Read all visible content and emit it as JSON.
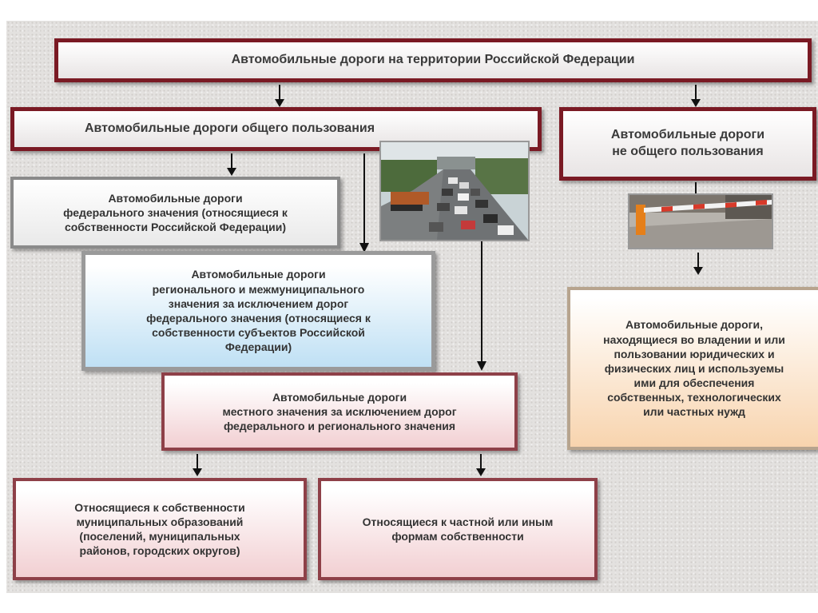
{
  "title": "Автомобильные дороги на территории Российской Федерации",
  "public_roads": {
    "label": "Автомобильные дороги общего пользования",
    "federal": "Автомобильные дороги\nфедерального значения (относящиеся к\nсобственности Российской Федерации)",
    "regional": "Автомобильные дороги\nрегионального и межмуниципального\nзначения за исключением дорог\nфедерального значения  (относящиеся к\nсобственности субъектов Российской\nФедерации)",
    "local": "Автомобильные дороги\nместного значения за исключением дорог\nфедерального и регионального значения",
    "municipal": "Относящиеся к собственности\nмуниципальных образований\n(поселений, муниципальных\nрайонов, городских округов)",
    "private": "Относящиеся к частной или иным\nформам собственности"
  },
  "non_public_roads": {
    "label": "Автомобильные дороги\nне общего пользования",
    "owned": "Автомобильные дороги,\nнаходящиеся во владении и или\nпользовании юридических и\nфизических лиц и используемы\nими для обеспечения\nсобственных, технологических\nили частных нужд"
  },
  "images": {
    "highway_photo": "highway-traffic",
    "barrier_photo": "barrier-gate"
  }
}
